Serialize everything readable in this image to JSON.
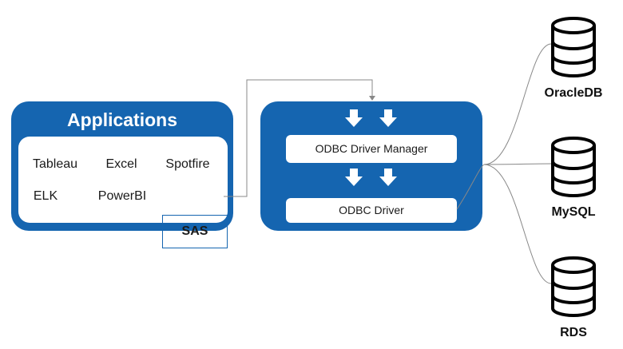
{
  "applications": {
    "title": "Applications",
    "items": [
      "Tableau",
      "Excel",
      "Spotfire",
      "ELK",
      "PowerBI",
      "SAS"
    ]
  },
  "odbc": {
    "manager_label": "ODBC Driver Manager",
    "driver_label": "ODBC Driver"
  },
  "databases": [
    "OracleDB",
    "MySQL",
    "RDS"
  ],
  "colors": {
    "panel": "#1565b0",
    "connector": "#888888"
  },
  "icons": {
    "database": "database-icon",
    "arrow": "arrow-down-icon"
  }
}
